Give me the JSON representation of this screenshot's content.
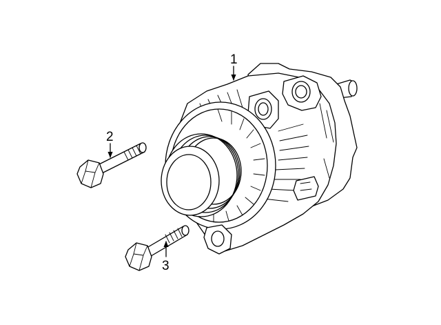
{
  "callouts": [
    {
      "id": "1",
      "label": "1",
      "part": "alternator"
    },
    {
      "id": "2",
      "label": "2",
      "part": "upper-mounting-bolt"
    },
    {
      "id": "3",
      "label": "3",
      "part": "lower-mounting-bolt"
    }
  ],
  "colors": {
    "line": "#000000",
    "background": "#ffffff"
  }
}
